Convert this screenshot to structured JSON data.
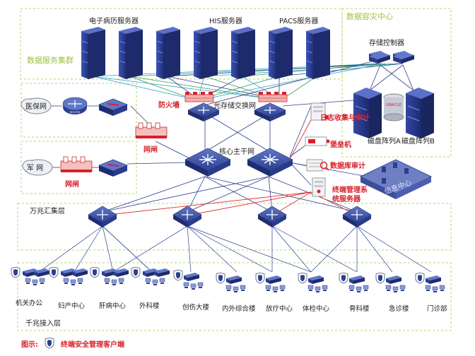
{
  "zones": {
    "data_cluster": "数据服务集群",
    "disaster_center": "数据容灾中心",
    "convergence": "万兆汇集层",
    "access": "千兆接入层"
  },
  "servers": {
    "emr": "电子病历服务器",
    "his": "HIS服务器",
    "pacs": "PACS服务器"
  },
  "storage": {
    "controller": "存储控制器",
    "array_a": "磁盘阵列A",
    "array_b": "磁盘阵列B",
    "brand": "ORACLE"
  },
  "network": {
    "firewall": "防火墙",
    "storage_switch": "光存储交换网",
    "core": "核心主干网",
    "gateway_top": "网闸",
    "gateway_bottom": "网闸",
    "router_label": "ROUTER"
  },
  "external": {
    "medical_insurance": "医保网",
    "military": "军 网"
  },
  "security": {
    "log_audit": "日志收集与审计",
    "bastion": "堡垒机",
    "db_audit": "数据库审计",
    "terminal_mgmt_1": "终端管理系",
    "terminal_mgmt_2": "统服务器",
    "info_center": "信息中心"
  },
  "buildings": [
    "机关办公",
    "妇产中心",
    "肝病中心",
    "外科楼",
    "创伤大楼",
    "内外综合楼",
    "放疗中心",
    "体检中心",
    "骨科楼",
    "急诊楼",
    "门诊部"
  ],
  "legend": {
    "prefix": "图示:",
    "text": "终端安全管理客户端"
  },
  "colors": {
    "zone_border": "#b5d46b",
    "zone_label": "#9cc33a",
    "alert_red": "#d8202a",
    "server_blue": "#2c3f9c",
    "switch_blue": "#2a3f8f",
    "link_red": "#e03030",
    "info_center_fill": "#6f7fc4"
  }
}
